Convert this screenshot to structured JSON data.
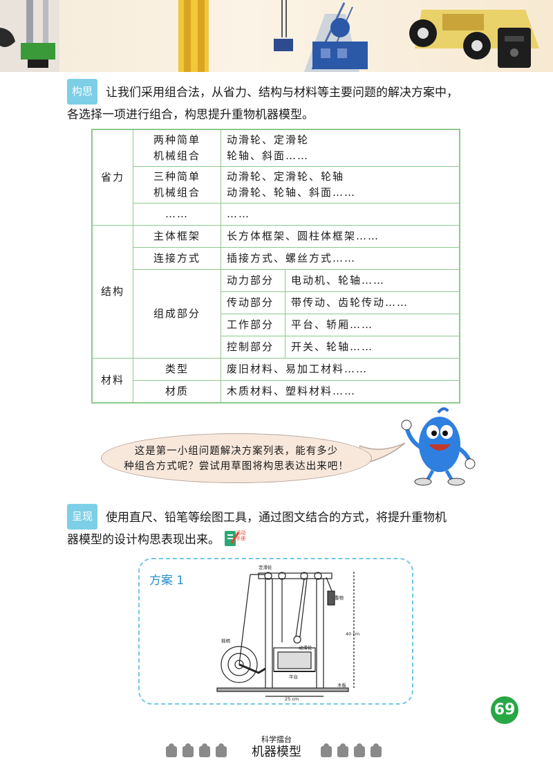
{
  "concept": {
    "tag": "构思",
    "line1": "让我们采用组合法，从省力、结构与材料等主要问题的解决方案中，",
    "line2": "各选择一项进行组合，构思提升重物机器模型。"
  },
  "table": {
    "labor_saving": {
      "category": "省力",
      "rows": [
        {
          "sub_line1": "两种简单",
          "sub_line2": "机械组合",
          "opt_line1": "动滑轮、定滑轮",
          "opt_line2": "轮轴、斜面……"
        },
        {
          "sub_line1": "三种简单",
          "sub_line2": "机械组合",
          "opt_line1": "动滑轮、定滑轮、轮轴",
          "opt_line2": "动滑轮、轮轴、斜面……"
        },
        {
          "sub": "……",
          "opt": "……"
        }
      ]
    },
    "structure": {
      "category": "结构",
      "frame": {
        "sub": "主体框架",
        "opt": "长方体框架、圆柱体框架……"
      },
      "connection": {
        "sub": "连接方式",
        "opt": "插接方式、螺丝方式……"
      },
      "components": {
        "sub": "组成部分",
        "parts": [
          {
            "part": "动力部分",
            "opt": "电动机、轮轴……"
          },
          {
            "part": "传动部分",
            "opt": "带传动、齿轮传动……"
          },
          {
            "part": "工作部分",
            "opt": "平台、轿厢……"
          },
          {
            "part": "控制部分",
            "opt": "开关、轮轴……"
          }
        ]
      }
    },
    "material": {
      "category": "材料",
      "rows": [
        {
          "sub": "类型",
          "opt": "废旧材料、易加工材料……"
        },
        {
          "sub": "材质",
          "opt": "木质材料、塑料材料……"
        }
      ]
    }
  },
  "bubble": {
    "line1": "这是第一小组问题解决方案列表，能有多少",
    "line2": "种组合方式呢？尝试用草图将构思表达出来吧！"
  },
  "present": {
    "tag": "呈现",
    "line1": "使用直尺、铅笔等绘图工具，通过图文结合的方式，将提升重物机",
    "line2": "器模型的设计构思表现出来。",
    "handbook_icon_label_1": "活动",
    "handbook_icon_label_2": "手册"
  },
  "scheme": {
    "title": "方案 1",
    "sketch_labels": {
      "top": "定滑轮",
      "counterweight": "重物",
      "moving_pulley": "动滑轮",
      "crank": "摇柄",
      "height": "40 cm",
      "base": "木板",
      "width": "25 cm",
      "platform": "平台"
    }
  },
  "page_number": "69",
  "footer": {
    "series": "科学擂台",
    "title": "机器模型"
  },
  "colors": {
    "tag_blue": "#7ccfe6",
    "table_green": "#8cc98a",
    "dashed_blue": "#6fc8e8",
    "page_badge": "#28a745"
  }
}
